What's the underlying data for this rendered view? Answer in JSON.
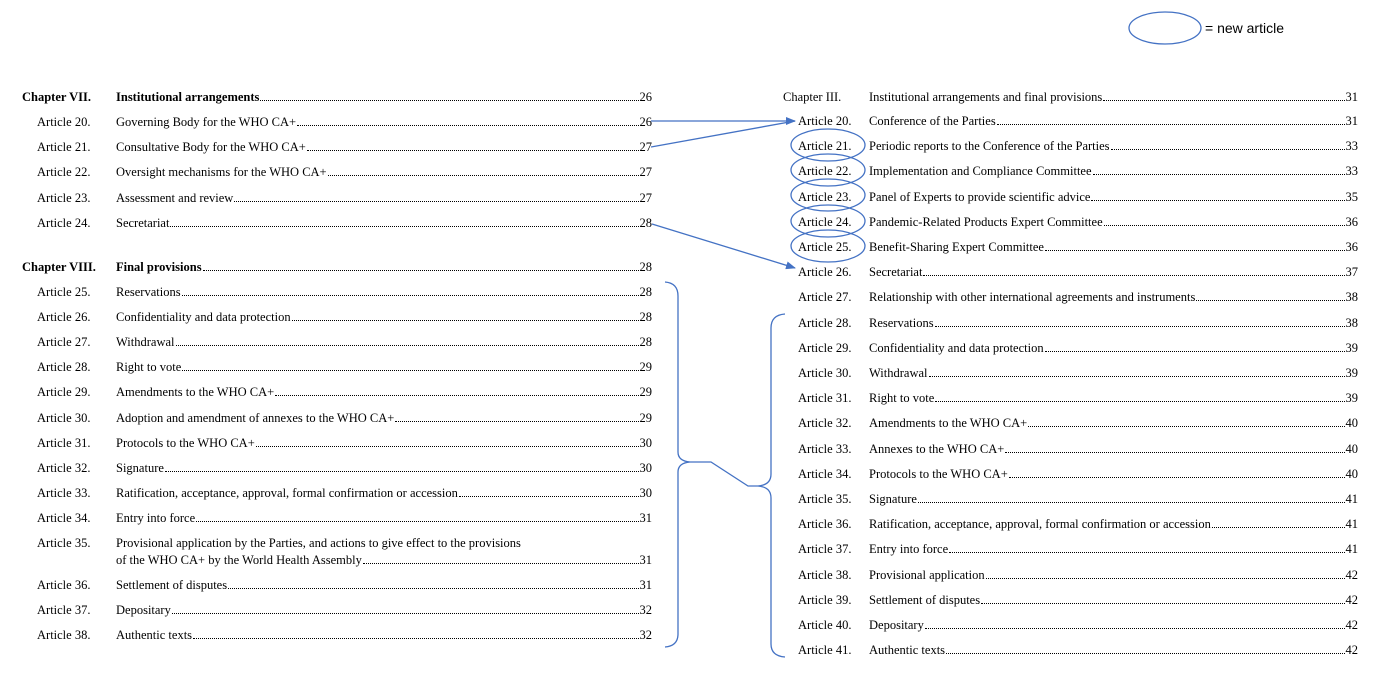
{
  "legend": {
    "text": "= new article"
  },
  "left": {
    "chapter7": {
      "num": "Chapter VII.",
      "title": "Institutional arrangements",
      "page": "26"
    },
    "articles_a": [
      {
        "num": "Article 20.",
        "title": "Governing Body for the WHO CA+",
        "page": "26"
      },
      {
        "num": "Article 21.",
        "title": "Consultative Body for the WHO CA+",
        "page": "27"
      },
      {
        "num": "Article 22.",
        "title": "Oversight mechanisms for the WHO CA+",
        "page": "27"
      },
      {
        "num": "Article 23.",
        "title": "Assessment and review",
        "page": "27"
      },
      {
        "num": "Article 24.",
        "title": "Secretariat",
        "page": "28"
      }
    ],
    "chapter8": {
      "num": "Chapter VIII.",
      "title": "Final provisions",
      "page": "28"
    },
    "articles_b": [
      {
        "num": "Article 25.",
        "title": "Reservations",
        "page": "28"
      },
      {
        "num": "Article 26.",
        "title": "Confidentiality and data protection",
        "page": "28"
      },
      {
        "num": "Article 27.",
        "title": "Withdrawal",
        "page": "28"
      },
      {
        "num": "Article 28.",
        "title": "Right to vote",
        "page": "29"
      },
      {
        "num": "Article 29.",
        "title": "Amendments to the WHO CA+",
        "page": "29"
      },
      {
        "num": "Article 30.",
        "title": "Adoption and amendment of annexes to the WHO CA+",
        "page": "29"
      },
      {
        "num": "Article 31.",
        "title": "Protocols to the WHO CA+",
        "page": "30"
      },
      {
        "num": "Article 32.",
        "title": "Signature",
        "page": "30"
      },
      {
        "num": "Article 33.",
        "title": "Ratification, acceptance, approval, formal confirmation or accession",
        "page": "30"
      },
      {
        "num": "Article 34.",
        "title": "Entry into force",
        "page": "31"
      }
    ],
    "article35": {
      "num": "Article 35.",
      "title_line1": "Provisional application by the Parties, and actions to give effect to the provisions",
      "title_line2": "of the WHO CA+ by the World Health Assembly",
      "page": "31"
    },
    "articles_c": [
      {
        "num": "Article 36.",
        "title": "Settlement of disputes",
        "page": "31"
      },
      {
        "num": "Article 37.",
        "title": "Depositary",
        "page": "32"
      },
      {
        "num": "Article 38.",
        "title": "Authentic texts",
        "page": "32"
      }
    ]
  },
  "right": {
    "chapter3": {
      "num": "Chapter III.",
      "title": "Institutional arrangements and final provisions",
      "page": "31"
    },
    "articles": [
      {
        "num": "Article 20.",
        "title": "Conference of the Parties",
        "page": "31"
      },
      {
        "num": "Article 21.",
        "title": "Periodic reports to the Conference of the Parties",
        "page": "33"
      },
      {
        "num": "Article 22.",
        "title": "Implementation and Compliance Committee",
        "page": "33"
      },
      {
        "num": "Article 23.",
        "title": "Panel of Experts to provide scientific advice",
        "page": "35"
      },
      {
        "num": "Article 24.",
        "title": "Pandemic-Related Products Expert Committee",
        "page": "36"
      },
      {
        "num": "Article 25.",
        "title": "Benefit-Sharing Expert Committee",
        "page": "36"
      },
      {
        "num": "Article 26.",
        "title": "Secretariat",
        "page": "37"
      },
      {
        "num": "Article 27.",
        "title": "Relationship with other international agreements and instruments",
        "page": "38"
      },
      {
        "num": "Article 28.",
        "title": "Reservations",
        "page": "38"
      },
      {
        "num": "Article 29.",
        "title": "Confidentiality and data protection",
        "page": "39"
      },
      {
        "num": "Article 30.",
        "title": "Withdrawal",
        "page": "39"
      },
      {
        "num": "Article 31.",
        "title": "Right to vote",
        "page": "39"
      },
      {
        "num": "Article 32.",
        "title": "Amendments to the WHO CA+",
        "page": "40"
      },
      {
        "num": "Article 33.",
        "title": "Annexes to the WHO CA+",
        "page": "40"
      },
      {
        "num": "Article 34.",
        "title": "Protocols to the WHO CA+",
        "page": "40"
      },
      {
        "num": "Article 35.",
        "title": "Signature",
        "page": "41"
      },
      {
        "num": "Article 36.",
        "title": "Ratification, acceptance, approval, formal confirmation or accession",
        "page": "41"
      },
      {
        "num": "Article 37.",
        "title": "Entry into force",
        "page": "41"
      },
      {
        "num": "Article 38.",
        "title": "Provisional application",
        "page": "42"
      },
      {
        "num": "Article 39.",
        "title": "Settlement of disputes",
        "page": "42"
      },
      {
        "num": "Article 40.",
        "title": "Depositary",
        "page": "42"
      },
      {
        "num": "Article 41.",
        "title": "Authentic texts",
        "page": "42"
      }
    ]
  },
  "colors": {
    "annotation": "#4472C4",
    "text": "#000000"
  }
}
